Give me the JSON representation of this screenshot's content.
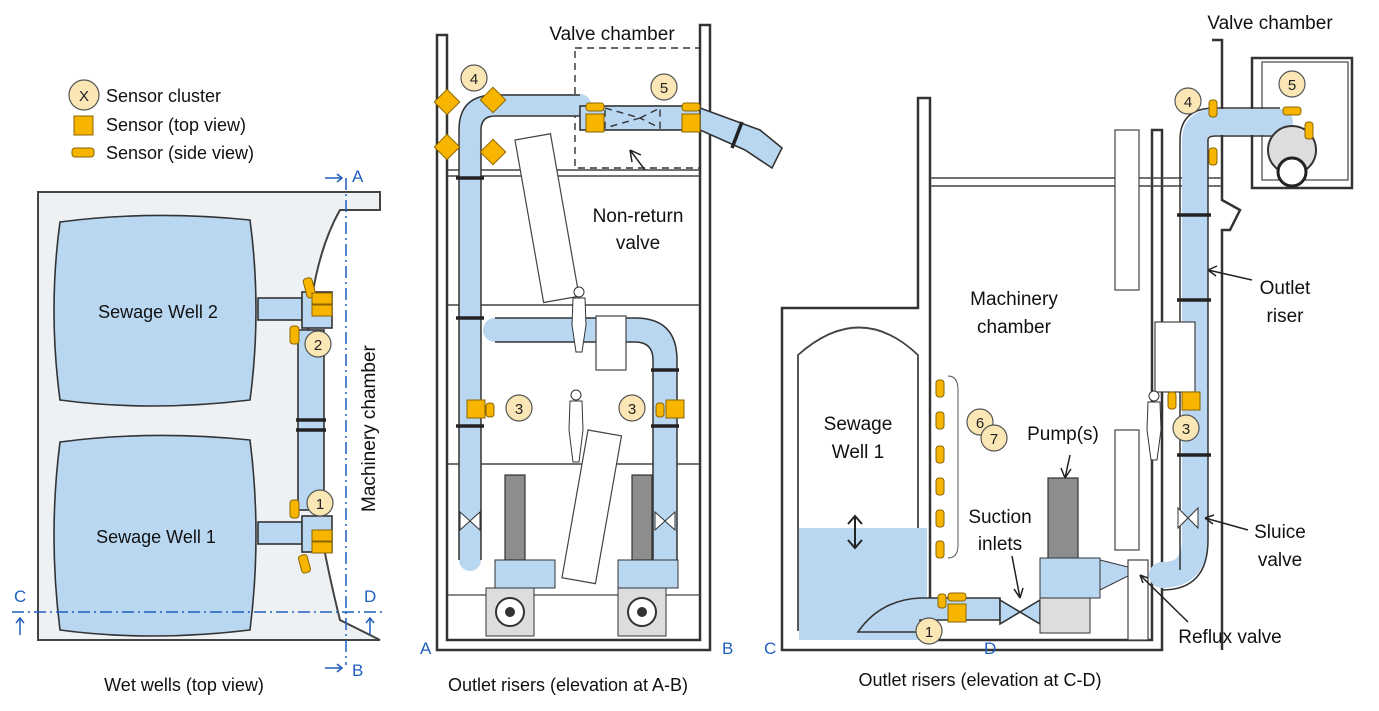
{
  "legend": {
    "cluster_symbol": "X",
    "cluster_label": "Sensor cluster",
    "top_view_label": "Sensor (top view)",
    "side_view_label": "Sensor (side view)"
  },
  "panel_left": {
    "well2_label": "Sewage Well 2",
    "well1_label": "Sewage Well 1",
    "machinery_label": "Machinery chamber",
    "caption": "Wet wells (top view)",
    "axis_a": "A",
    "axis_b": "B",
    "axis_c": "C",
    "axis_d": "D",
    "badges": [
      "2",
      "1"
    ]
  },
  "panel_mid": {
    "valve_chamber_label": "Valve chamber",
    "nonreturn_line1": "Non-return",
    "nonreturn_line2": "valve",
    "caption": "Outlet risers (elevation at A-B)",
    "axis_a": "A",
    "axis_b": "B",
    "badges": [
      "4",
      "5",
      "3",
      "3"
    ]
  },
  "panel_right": {
    "valve_chamber_label": "Valve chamber",
    "machinery_line1": "Machinery",
    "machinery_line2": "chamber",
    "well_line1": "Sewage",
    "well_line2": "Well 1",
    "pumps_label": "Pump(s)",
    "suction_line1": "Suction",
    "suction_line2": "inlets",
    "outlet_line1": "Outlet",
    "outlet_line2": "riser",
    "sluice_line1": "Sluice",
    "sluice_line2": "valve",
    "reflux_label": "Reflux valve",
    "caption": "Outlet risers (elevation at C-D)",
    "axis_c": "C",
    "axis_d": "D",
    "badges": [
      "4",
      "5",
      "6",
      "7",
      "3",
      "1"
    ]
  },
  "colors": {
    "water": "#b9d7f1",
    "sensor": "#f7b500",
    "badge": "#fbe7b6",
    "axis": "#1f5fbf"
  }
}
